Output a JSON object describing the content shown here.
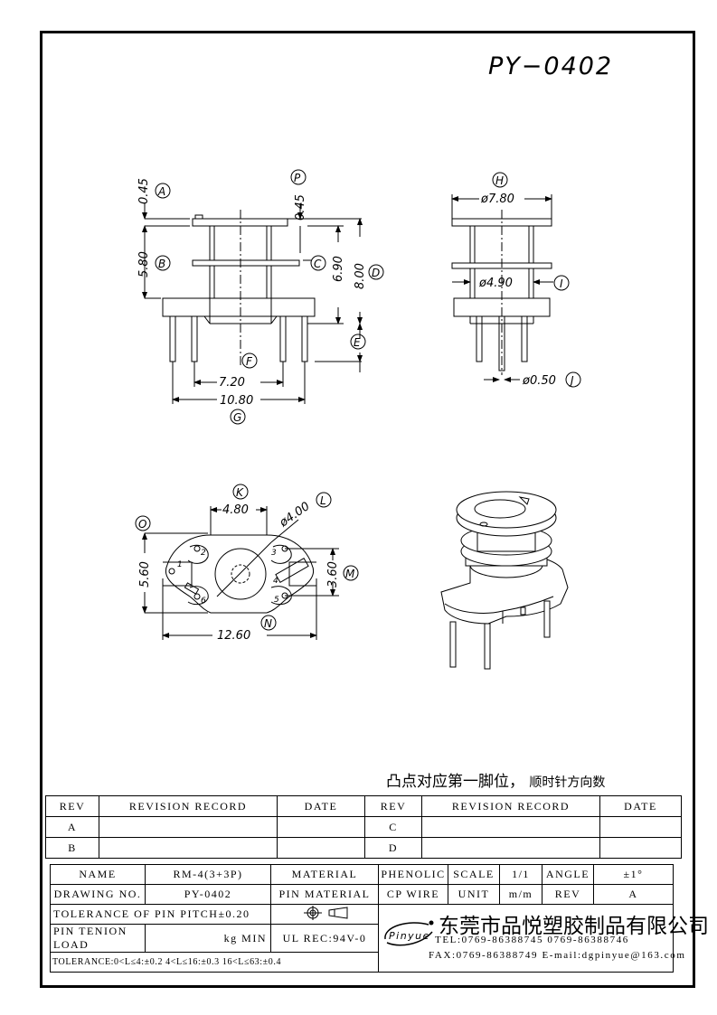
{
  "part_number": "PY−0402",
  "dims": {
    "A": "A",
    "B": "B",
    "C": "C",
    "D": "D",
    "E": "E",
    "F": "F",
    "G": "G",
    "H": "H",
    "I": "I",
    "J": "J",
    "K": "K",
    "L": "L",
    "M": "M",
    "N": "N",
    "O": "O",
    "P": "P",
    "a_val": "0.45",
    "b_val": "5.80",
    "c_val": "6.90",
    "d_val": "8.00",
    "p_val": "0.45",
    "f_val": "7.20",
    "g_val": "10.80",
    "h_val": "ø7.80",
    "i_val": "ø4.90",
    "j_val": "ø0.50",
    "k_val": "4.80",
    "l_val": "ø4.00",
    "m_val": "3.60",
    "n_val": "12.60",
    "o_val": "5.60",
    "pins": [
      "1",
      "2",
      "3",
      "4",
      "5",
      "6"
    ]
  },
  "note": {
    "main": "凸点对应第一脚位，",
    "small": "顺时针方向数"
  },
  "revision": {
    "headers": [
      "REV",
      "REVISION RECORD",
      "DATE",
      "REV",
      "REVISION RECORD",
      "DATE"
    ],
    "rows": [
      [
        "A",
        "",
        "",
        "C",
        "",
        ""
      ],
      [
        "B",
        "",
        "",
        "D",
        "",
        ""
      ]
    ]
  },
  "title_block": {
    "name_label": "NAME",
    "name_value": "RM-4(3+3P)",
    "material_label": "MATERIAL",
    "material_value": "PHENOLIC",
    "scale_label": "SCALE",
    "scale_value": "1/1",
    "angle_label": "ANGLE",
    "angle_value": "±1°",
    "drawing_label": "DRAWING NO.",
    "drawing_value": "PY-0402",
    "pin_material_label": "PIN MATERIAL",
    "pin_material_value": "CP WIRE",
    "unit_label": "UNIT",
    "unit_value": "m/m",
    "rev_label": "REV",
    "rev_value": "A",
    "tolerance_pitch": "TOLERANCE OF PIN PITCH±0.20",
    "tension_label": "PIN TENION LOAD",
    "tension_unit": "kg MIN",
    "ul": "UL REC:94V-0",
    "tolerance": "TOLERANCE:0<L≤4:±0.2  4<L≤16:±0.3  16<L≤63:±0.4",
    "logo_text": "Pinyue",
    "company": "东莞市品悦塑胶制品有限公司",
    "tel": "TEL:0769-86388745    0769-86388746",
    "fax": "FAX:0769-86388749   E-mail:dgpinyue@163.com"
  }
}
